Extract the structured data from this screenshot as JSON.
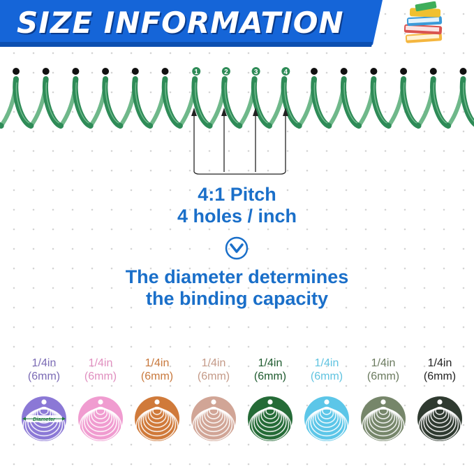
{
  "banner": {
    "title": "SIZE INFORMATION",
    "icon": "books-icon",
    "color": "#1565d8"
  },
  "coil": {
    "color": "#2e8b57",
    "numbers": [
      "1",
      "2",
      "3",
      "4"
    ]
  },
  "pitch": {
    "line1": "4:1 Pitch",
    "line2": "4 holes / inch",
    "color": "#1a6fc9"
  },
  "chevron_icon": "chevron-down-icon",
  "diameter_note": {
    "line1": "The diameter determines",
    "line2": "the binding capacity"
  },
  "sizes": [
    {
      "inch": "1/4in",
      "mm": "(6mm)",
      "label_color": "#7b6bb5",
      "disc_color": "#8b78d6",
      "diameter_label": "Diameter"
    },
    {
      "inch": "1/4in",
      "mm": "(6mm)",
      "label_color": "#e08fbf",
      "disc_color": "#f09cd0"
    },
    {
      "inch": "1/4in",
      "mm": "(6mm)",
      "label_color": "#c8783c",
      "disc_color": "#d07a3a"
    },
    {
      "inch": "1/4in",
      "mm": "(6mm)",
      "label_color": "#c49a88",
      "disc_color": "#d1a596"
    },
    {
      "inch": "1/4in",
      "mm": "(6mm)",
      "label_color": "#1e5a2e",
      "disc_color": "#256b37"
    },
    {
      "inch": "1/4in",
      "mm": "(6mm)",
      "label_color": "#5fc3e0",
      "disc_color": "#5cc6e8"
    },
    {
      "inch": "1/4in",
      "mm": "(6mm)",
      "label_color": "#6a7a5e",
      "disc_color": "#76866a"
    },
    {
      "inch": "1/4in",
      "mm": "(6mm)",
      "label_color": "#222222",
      "disc_color": "#2f3a30"
    }
  ]
}
